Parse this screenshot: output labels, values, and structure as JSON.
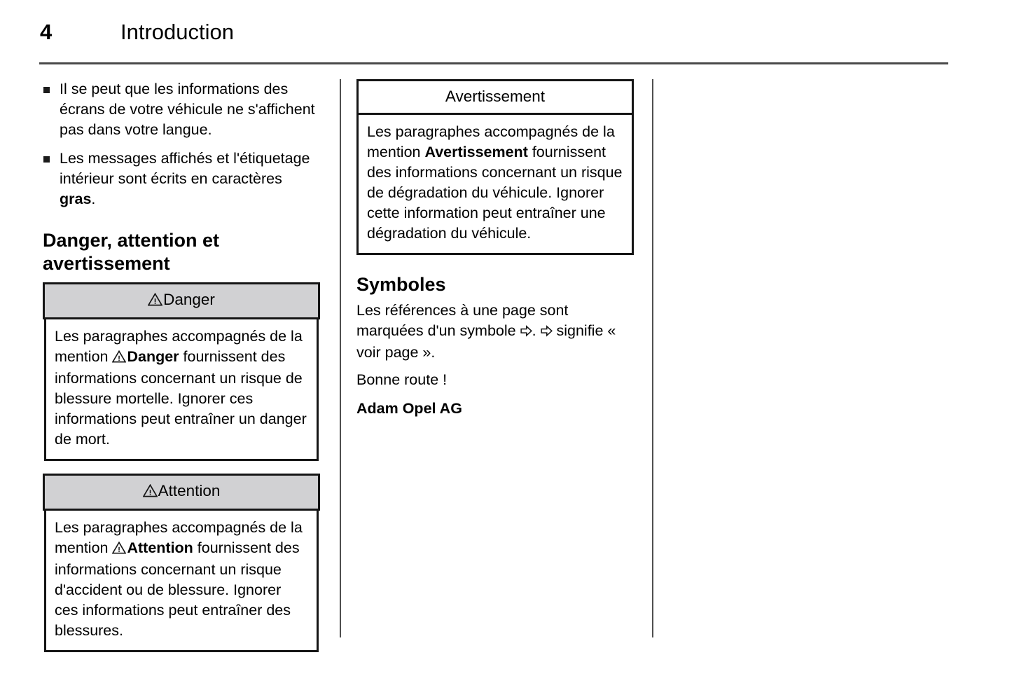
{
  "page": {
    "number": "4",
    "title": "Introduction"
  },
  "left_column": {
    "bullets": [
      "Il se peut que les informations des écrans de votre véhicule ne s'affichent pas dans votre langue.",
      "Les messages affichés et l'étiquetage intérieur sont écrits en caractères gras."
    ],
    "bullet_2_parts": {
      "before": "Les messages affichés et l'étiquetage intérieur sont écrits en carac­tères ",
      "bold": "gras",
      "after": "."
    },
    "section_heading": "Danger, attention et avertissement",
    "notice_danger": {
      "icon": "warning-triangle-icon",
      "header_label": "Danger",
      "body_before": "Les paragraphes accompagnés de la mention ",
      "body_bold": "Danger",
      "body_after": " fournissent des informations concernant un risque de blessure mortelle. Ignorer ces informations peut entraîner un danger de mort.",
      "header_bg": "#d1d1d3"
    },
    "notice_attention": {
      "icon": "warning-triangle-icon",
      "header_label": "Attention",
      "body_before": "Les paragraphes accompagnés de la mention ",
      "body_bold": "Attention",
      "body_after": " fournissent des informations concernant un risque d'accident ou de blessure. Ignorer ces informations peut entraîner des blessures.",
      "header_bg": "#d1d1d3"
    }
  },
  "middle_column": {
    "notice_avertissement": {
      "header_label": "Avertissement",
      "body_before": "Les paragraphes accompagnés de la mention ",
      "body_bold": "Avertissement",
      "body_after": " fournissent des informations concernant un risque de dégradation du véhicule. Ignorer cette information peut entraîner une dégradation du véhicule.",
      "header_bg": "#ffffff"
    },
    "section_heading": "Symboles",
    "symbol_para_1_before": "Les références à une page sont marquées d'un symbole ",
    "symbol_para_1_mid": ". ",
    "symbol_para_1_after": " signifie « voir page ».",
    "symbol_glyph": "⇨",
    "symbol_icon_name": "page-reference-arrow-icon",
    "closing": "Bonne route !",
    "signature": "Adam Opel AG"
  },
  "colors": {
    "text": "#000000",
    "rule": "#4a4a4a",
    "border": "#151515",
    "notice_gray": "#d1d1d3",
    "background": "#ffffff"
  }
}
